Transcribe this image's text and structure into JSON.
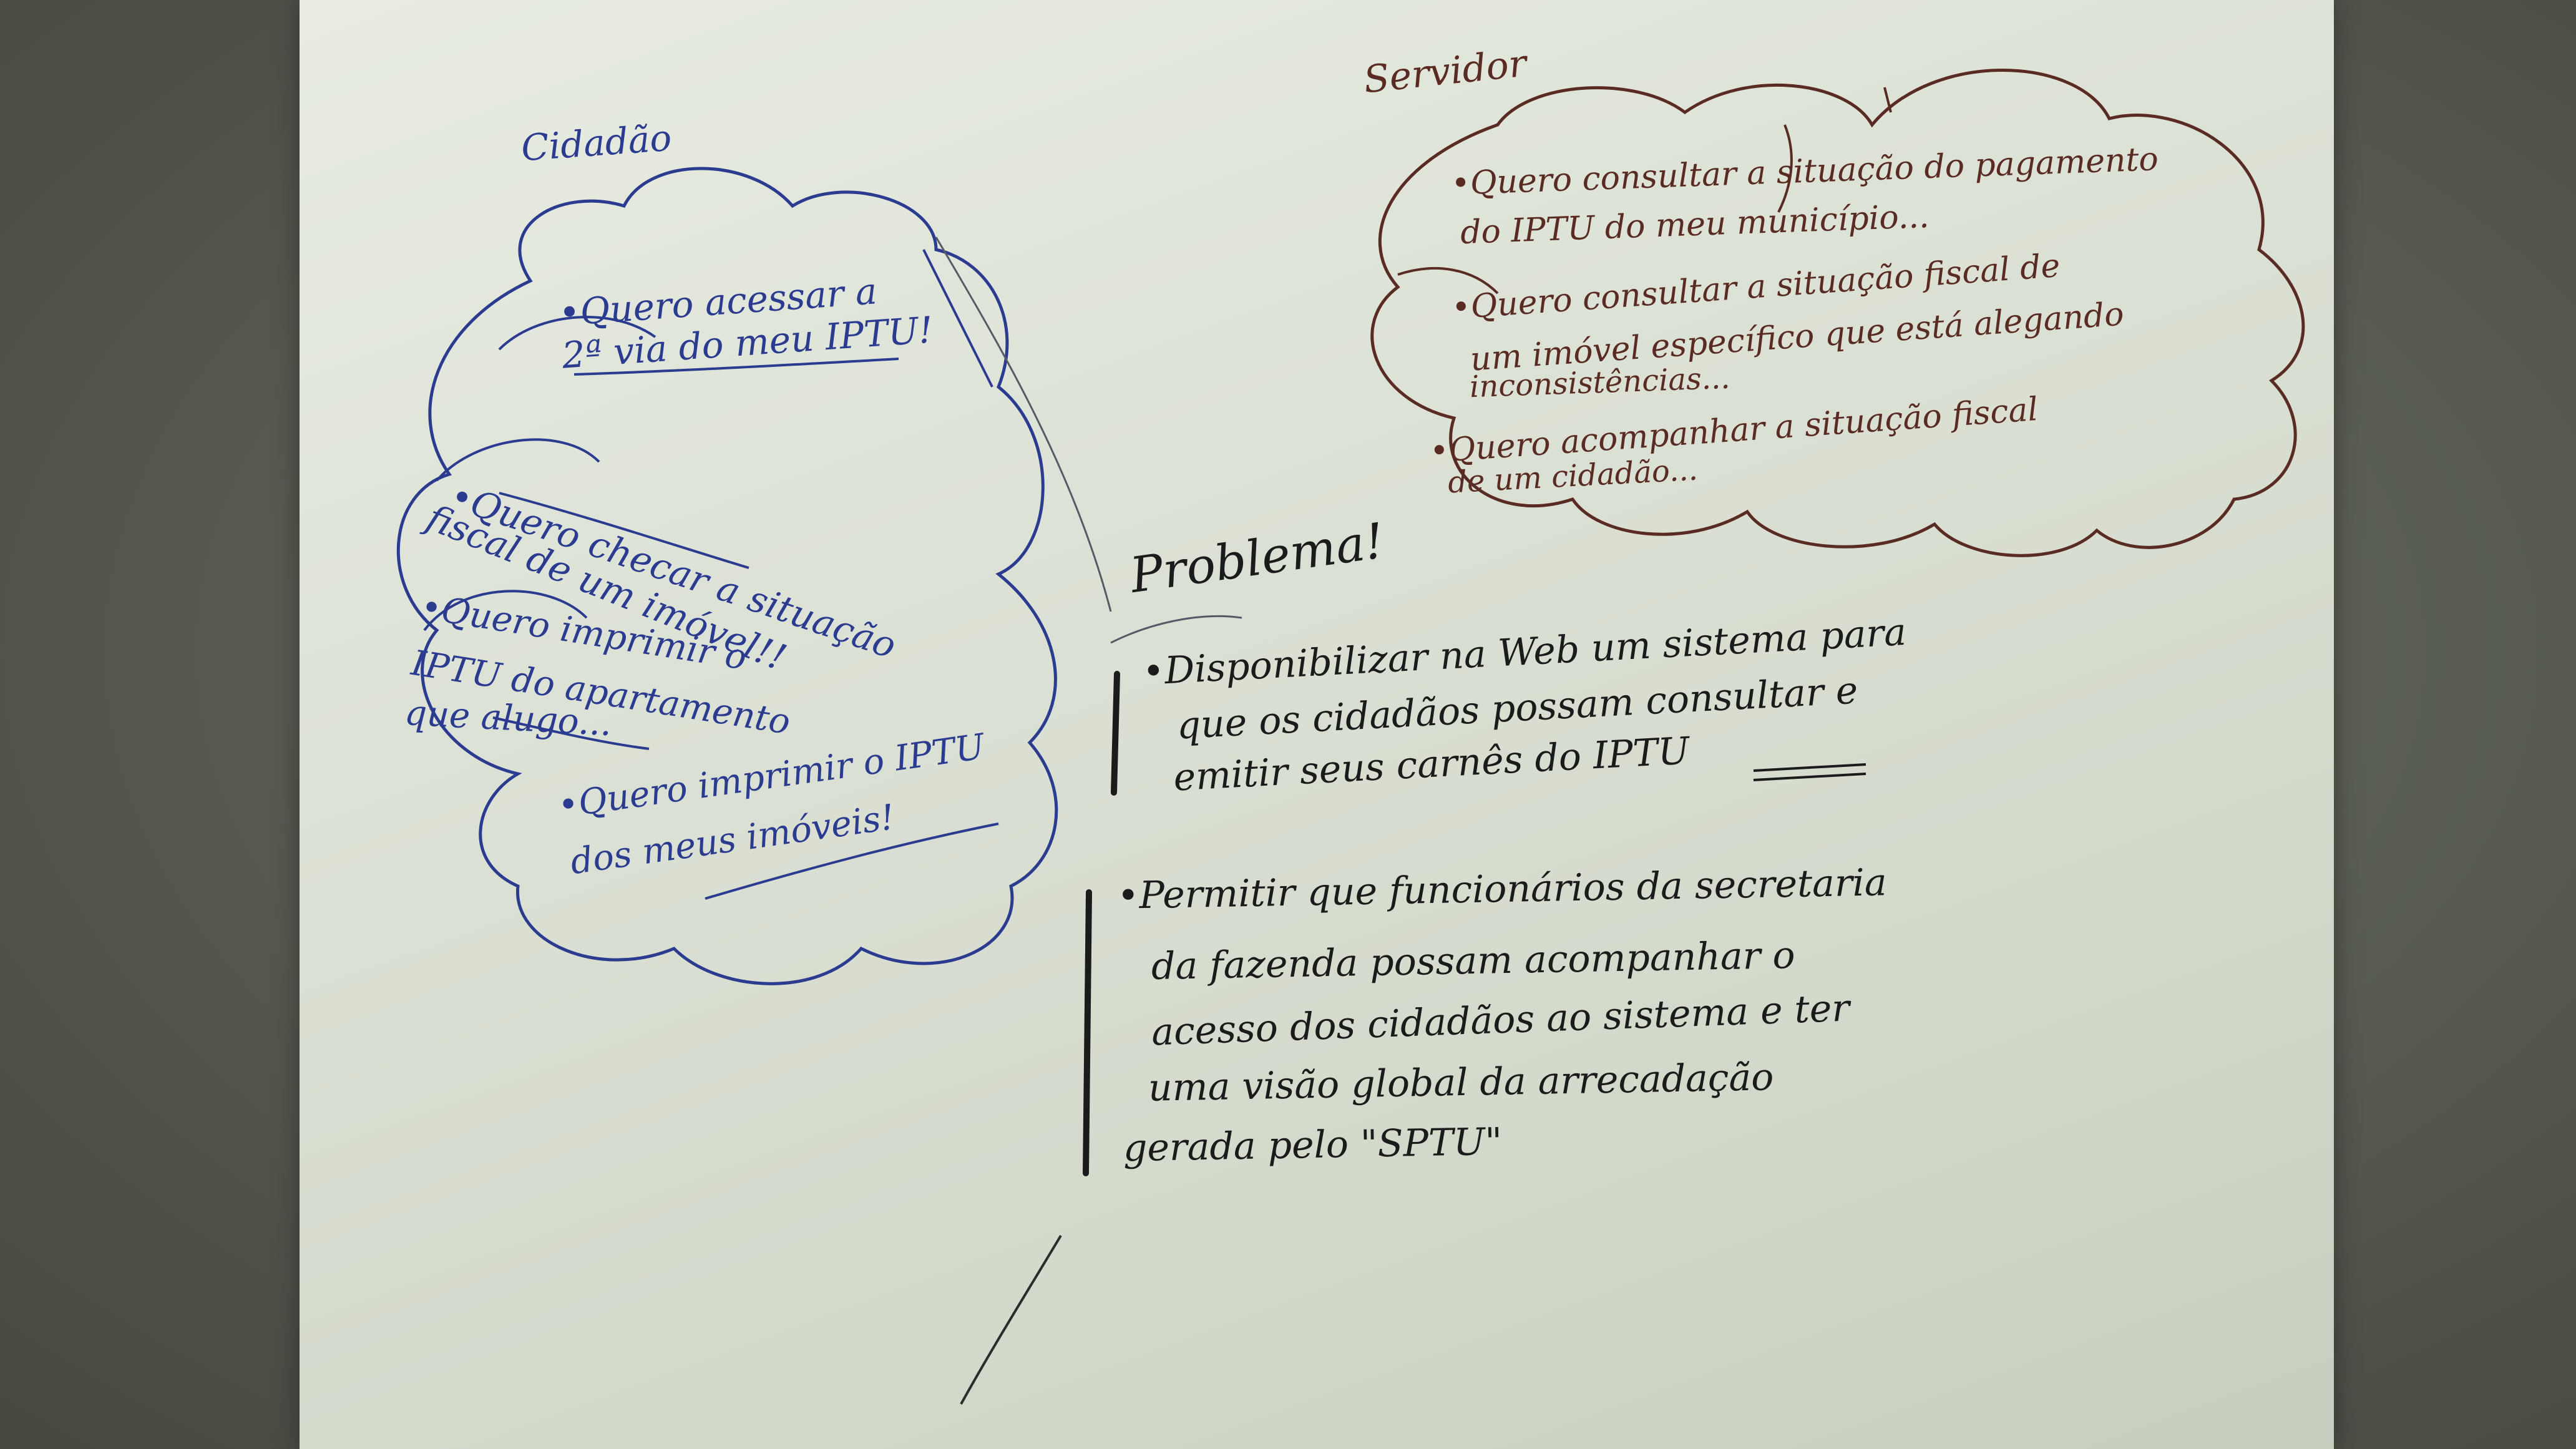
{
  "cidadao": {
    "title": "Cidadão",
    "items": [
      "•Quero acessar a",
      "2ª via do meu IPTU!",
      "•Quero checar a situação",
      "fiscal de um imóvel!!",
      "•Quero imprimir o",
      "IPTU do apartamento",
      "que alugo...",
      "•Quero imprimir o IPTU",
      "dos meus imóveis!"
    ]
  },
  "servidor": {
    "title": "Servidor",
    "items": [
      "•Quero consultar a situação do pagamento",
      "do IPTU do meu município...",
      "•Quero consultar a situação fiscal de",
      "um imóvel específico que está alegando",
      "inconsistências...",
      "•Quero acompanhar a situação fiscal",
      "de um cidadão..."
    ]
  },
  "problema": {
    "title": "Problema!",
    "items": [
      "•Disponibilizar na Web um sistema para",
      "que os cidadãos possam consultar e",
      "emitir seus carnês do IPTU",
      "•Permitir que funcionários da secretaria",
      "da fazenda possam acompanhar o",
      "acesso dos cidadãos ao sistema e ter",
      "uma visão global da arrecadação",
      "gerada pelo \"SPTU\""
    ]
  },
  "colors": {
    "paper": "#dde2d6",
    "blue_ink": "#2b3b8f",
    "brown_ink": "#5a2b22",
    "black_ink": "#1b1b1b"
  }
}
